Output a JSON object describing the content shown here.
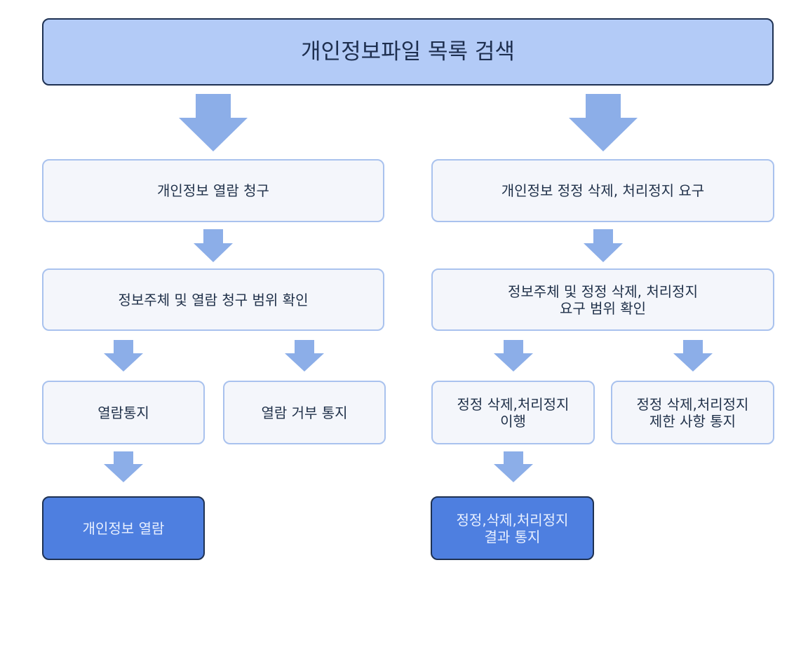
{
  "title": "개인정보파일 목록 검색",
  "left": {
    "step1": "개인정보 열람 청구",
    "step2": "정보주체 및 열람 청구 범위 확인",
    "branch_a": "열람통지",
    "branch_b": "열람 거부 통지",
    "result": "개인정보 열람"
  },
  "right": {
    "step1": "개인정보 정정 삭제, 처리정지 요구",
    "step2": "정보주체 및 정정 삭제, 처리정지\n요구 범위 확인",
    "branch_a": "정정 삭제,처리정지\n이행",
    "branch_b": "정정 삭제,처리정지\n제한 사항 통지",
    "result": "정정,삭제,처리정지\n결과 통지"
  },
  "colors": {
    "header_fill": "#b3cbf7",
    "box_fill": "#f4f6fb",
    "box_border": "#a9c2ee",
    "result_fill": "#4e7fe0",
    "arrow": "#8caee8"
  }
}
